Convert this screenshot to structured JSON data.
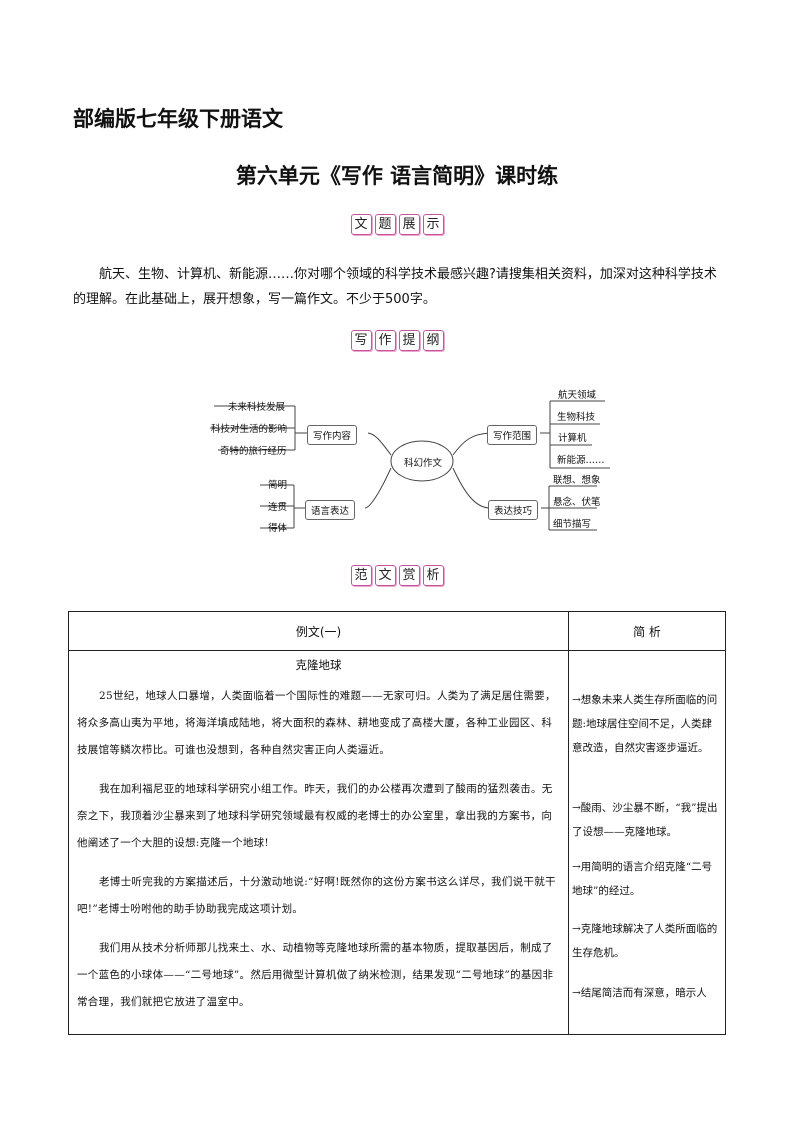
{
  "header": "部编版七年级下册语文",
  "title": "第六单元《写作  语言简明》课时练",
  "section_1": [
    "文",
    "题",
    "展",
    "示"
  ],
  "prompt": "航天、生物、计算机、新能源……你对哪个领域的科学技术最感兴趣?请搜集相关资料，加深对这种科学技术的理解。在此基础上，展开想象，写一篇作文。不少于500字。",
  "section_2": [
    "写",
    "作",
    "提",
    "纲"
  ],
  "mindmap": {
    "center": "科幻作文",
    "content": {
      "label": "写作内容",
      "items": [
        "未来科技发展",
        "科技对生活的影响",
        "奇特的旅行经历"
      ]
    },
    "scope": {
      "label": "写作范围",
      "items": [
        "航天领域",
        "生物科技",
        "计算机",
        "新能源……"
      ]
    },
    "language": {
      "label": "语言表达",
      "items": [
        "简明",
        "连贯",
        "得体"
      ]
    },
    "skills": {
      "label": "表达技巧",
      "items": [
        "联想、想象",
        "悬念、伏笔",
        "细节描写"
      ]
    }
  },
  "section_3": [
    "范",
    "文",
    "赏",
    "析"
  ],
  "table": {
    "col_essay": "例文(一)",
    "col_notes": "简    析",
    "essay_title": "克隆地球",
    "paragraphs": [
      "25世纪，地球人口暴增，人类面临着一个国际性的难题——无家可归。人类为了满足居住需要，将众多高山夷为平地，将海洋填成陆地，将大面积的森林、耕地变成了高楼大厦，各种工业园区、科技展馆等鳞次栉比。可谁也没想到，各种自然灾害正向人类逼近。",
      "我在加利福尼亚的地球科学研究小组工作。昨天，我们的办公楼再次遭到了酸雨的猛烈袭击。无奈之下，我顶着沙尘暴来到了地球科学研究领域最有权威的老博士的办公室里，拿出我的方案书，向他阐述了一个大胆的设想:克隆一个地球!",
      "老博士听完我的方案描述后，十分激动地说:“好啊!既然你的这份方案书这么详尽，我们说干就干吧!”老博士吩咐他的助手协助我完成这项计划。",
      "我们用从技术分析师那儿找来土、水、动植物等克隆地球所需的基本物质，提取基因后，制成了一个蓝色的小球体——“二号地球”。然后用微型计算机做了纳米检测，结果发现“二号地球”的基因非常合理，我们就把它放进了温室中。"
    ],
    "notes": [
      "→想象未来人类生存所面临的问题:地球居住空间不足，人类肆意改造，自然灾害逐步逼近。",
      "→酸雨、沙尘暴不断，“我”提出了设想——克隆地球。",
      "→用简明的语言介绍克隆“二号地球”的经过。",
      "→克隆地球解决了人类所面临的生存危机。",
      "→结尾简洁而有深意，暗示人"
    ]
  }
}
